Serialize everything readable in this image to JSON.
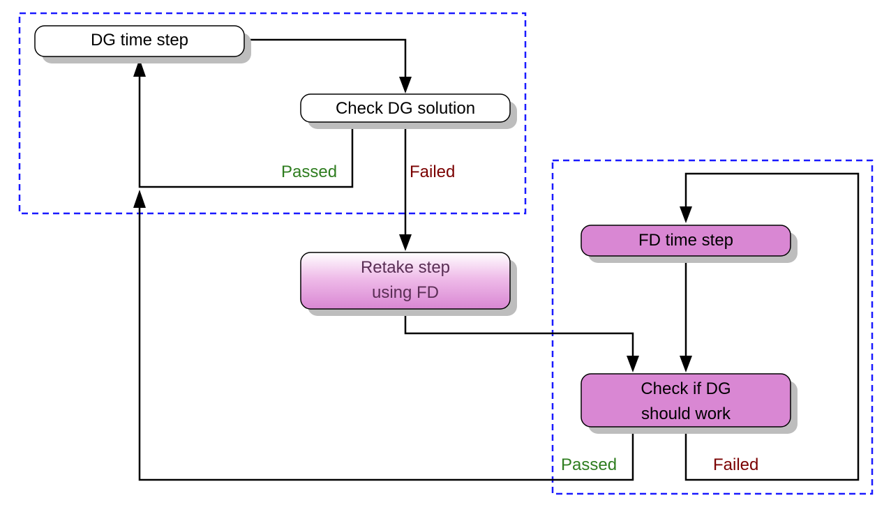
{
  "nodes": {
    "dg_time_step": "DG time step",
    "check_dg_solution": "Check DG solution",
    "retake_step_line1": "Retake step",
    "retake_step_line2": "using FD",
    "fd_time_step": "FD time step",
    "check_if_dg_line1": "Check if DG",
    "check_if_dg_line2": "should work"
  },
  "edge_labels": {
    "dg_passed": "Passed",
    "dg_failed": "Failed",
    "fd_passed": "Passed",
    "fd_failed": "Failed"
  },
  "colors": {
    "group_border": "#1a1aff",
    "passed": "#2e7d1f",
    "failed": "#7a0000",
    "fd_node_fill": "#d987d3"
  }
}
